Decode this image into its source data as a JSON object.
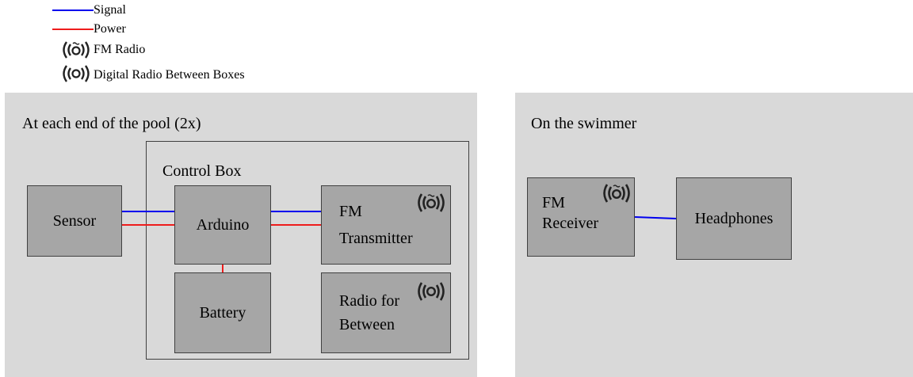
{
  "legend": {
    "signal_label": "Signal",
    "power_label": "Power",
    "fm_label": "FM Radio",
    "digital_label": "Digital Radio Between Boxes",
    "signal_color": "#0000ee",
    "power_color": "#ee1c1c"
  },
  "left_panel": {
    "title": "At each end of the pool (2x)",
    "control_box_title": "Control Box",
    "sensor": "Sensor",
    "arduino": "Arduino",
    "fm_transmitter_line1": "FM",
    "fm_transmitter_line2": "Transmitter",
    "battery": "Battery",
    "radio_line1": "Radio for",
    "radio_line2": "Between"
  },
  "right_panel": {
    "title": "On the swimmer",
    "fm_receiver_line1": "FM",
    "fm_receiver_line2": "Receiver",
    "headphones": "Headphones"
  },
  "icons": {
    "fm_radio": "fm-radio-icon",
    "digital_radio": "digital-radio-icon"
  },
  "colors": {
    "panel_bg": "#d9d9d9",
    "box_fill": "#a6a6a6",
    "border": "#404040"
  }
}
